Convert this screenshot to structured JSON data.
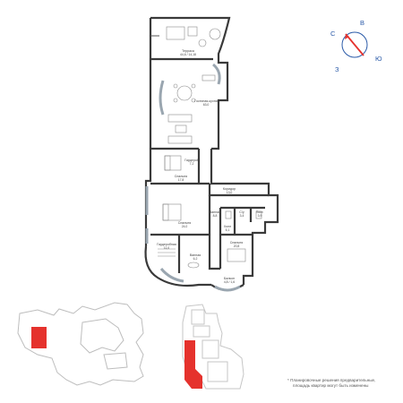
{
  "rooms": [
    {
      "key": "terrace",
      "name": "Терраса",
      "area": "44,6 / 14,18"
    },
    {
      "key": "living",
      "name": "Гостиная-кухня",
      "area": "63,0"
    },
    {
      "key": "bedroom1",
      "name": "Спальня",
      "area": "17,8"
    },
    {
      "key": "wardrobe1",
      "name": "Гардероб",
      "area": "7,2"
    },
    {
      "key": "bedroom2",
      "name": "Спальня",
      "area": "24,0"
    },
    {
      "key": "corridor",
      "name": "Коридор",
      "area": "13,0"
    },
    {
      "key": "bath1",
      "name": "Ванная",
      "area": "8,8"
    },
    {
      "key": "bath2",
      "name": "С/у",
      "area": "3,4"
    },
    {
      "key": "laundry",
      "name": "Пост.",
      "area": "3,9"
    },
    {
      "key": "hall",
      "name": "Холл",
      "area": "5,1"
    },
    {
      "key": "wardrobe2",
      "name": "Гардеробная",
      "area": "11,0"
    },
    {
      "key": "bath3",
      "name": "Ванная",
      "area": "6,2"
    },
    {
      "key": "bedroom3",
      "name": "Спальня",
      "area": "20,8"
    },
    {
      "key": "balcony",
      "name": "Балкон",
      "area": "4,8 / 1,6"
    }
  ],
  "compass": {
    "north": "С",
    "east": "В",
    "south": "Ю",
    "west": "З",
    "arrow_color": "#e5322d",
    "letter_color": "#2a5aa8"
  },
  "highlight_color": "#e5322d",
  "note": {
    "line1": "* Планировочные решения предварительные,",
    "line2": "площадь квартир могут быть изменены"
  }
}
